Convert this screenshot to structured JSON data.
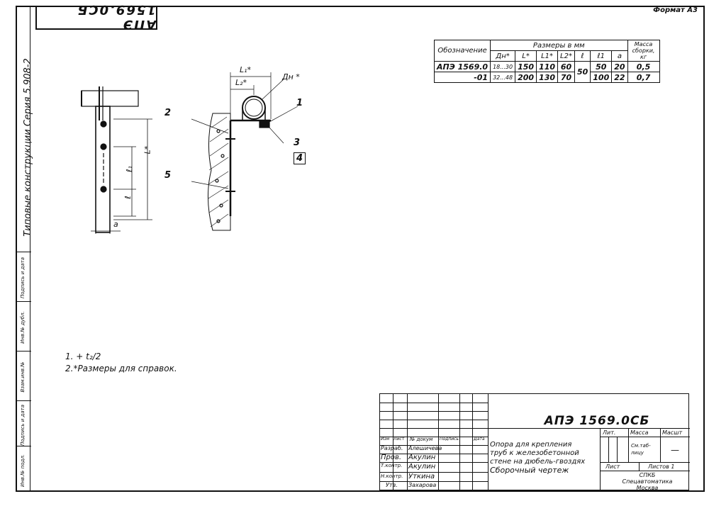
{
  "header": {
    "format_label": "Формат А3"
  },
  "stamp_top": "АПЭ 1569.0СБ",
  "series": "Типовые конструкции   Серия 5.908-2",
  "side_labels": [
    "Инв.№ подл.",
    "Подпись и дата",
    "Взам.инв.№",
    "Инв.№ дубл.",
    "Подпись и дата"
  ],
  "dimensions_table": {
    "group_header": "Размеры в мм",
    "mass_header": "Масса сборки, кг",
    "columns": [
      "Обозначение",
      "Дн*",
      "L*",
      "L1*",
      "L2*",
      "ℓ",
      "ℓ1",
      "а"
    ],
    "rows": [
      {
        "designation": "АПЭ 1569.0",
        "dn": "18...30",
        "L": "150",
        "L1": "110",
        "L2": "60",
        "l": "50",
        "l1": "50",
        "a": "20",
        "mass": "0,5"
      },
      {
        "designation": "-01",
        "dn": "32...48",
        "L": "200",
        "L1": "130",
        "L2": "70",
        "l": "50",
        "l1": "100",
        "a": "22",
        "mass": "0,7"
      }
    ]
  },
  "drawing": {
    "label_dn": "Дн *",
    "label_L1": "L₁*",
    "label_L2": "L₂*",
    "label_L": "L*",
    "label_l": "ℓ",
    "label_l1": "ℓ₁",
    "label_a": "а",
    "callouts": [
      "1",
      "2",
      "3",
      "4",
      "5"
    ]
  },
  "notes": [
    "1. + t₂/2",
    "2.*Размеры для справок."
  ],
  "title_block": {
    "code": "АПЭ 1569.0СБ",
    "name_lines": [
      "Опора для крепления",
      "труб к железобетонной",
      "стене на дюбель-гвоздях",
      "Сборочный чертеж"
    ],
    "col_headers": [
      "Изм",
      "Лист",
      "№ докум",
      "Подпись",
      "Дата"
    ],
    "roles": [
      {
        "role": "Разраб.",
        "name": "Алешичева"
      },
      {
        "role": "Пров.",
        "name": "Акулин"
      },
      {
        "role": "Т.контр.",
        "name": "Акулин"
      },
      {
        "role": "Н.контр.",
        "name": "Уткина"
      },
      {
        "role": "Утв.",
        "name": "Захарова"
      }
    ],
    "lit": "Лит.",
    "mass": "Масса",
    "scale": "Масшт",
    "mass_value": "См.таб-лицу",
    "scale_value": "—",
    "sheet": "Лист",
    "sheets": "Листов 1",
    "org_lines": [
      "СПКБ",
      "Спецавтоматика",
      "Москва"
    ]
  }
}
